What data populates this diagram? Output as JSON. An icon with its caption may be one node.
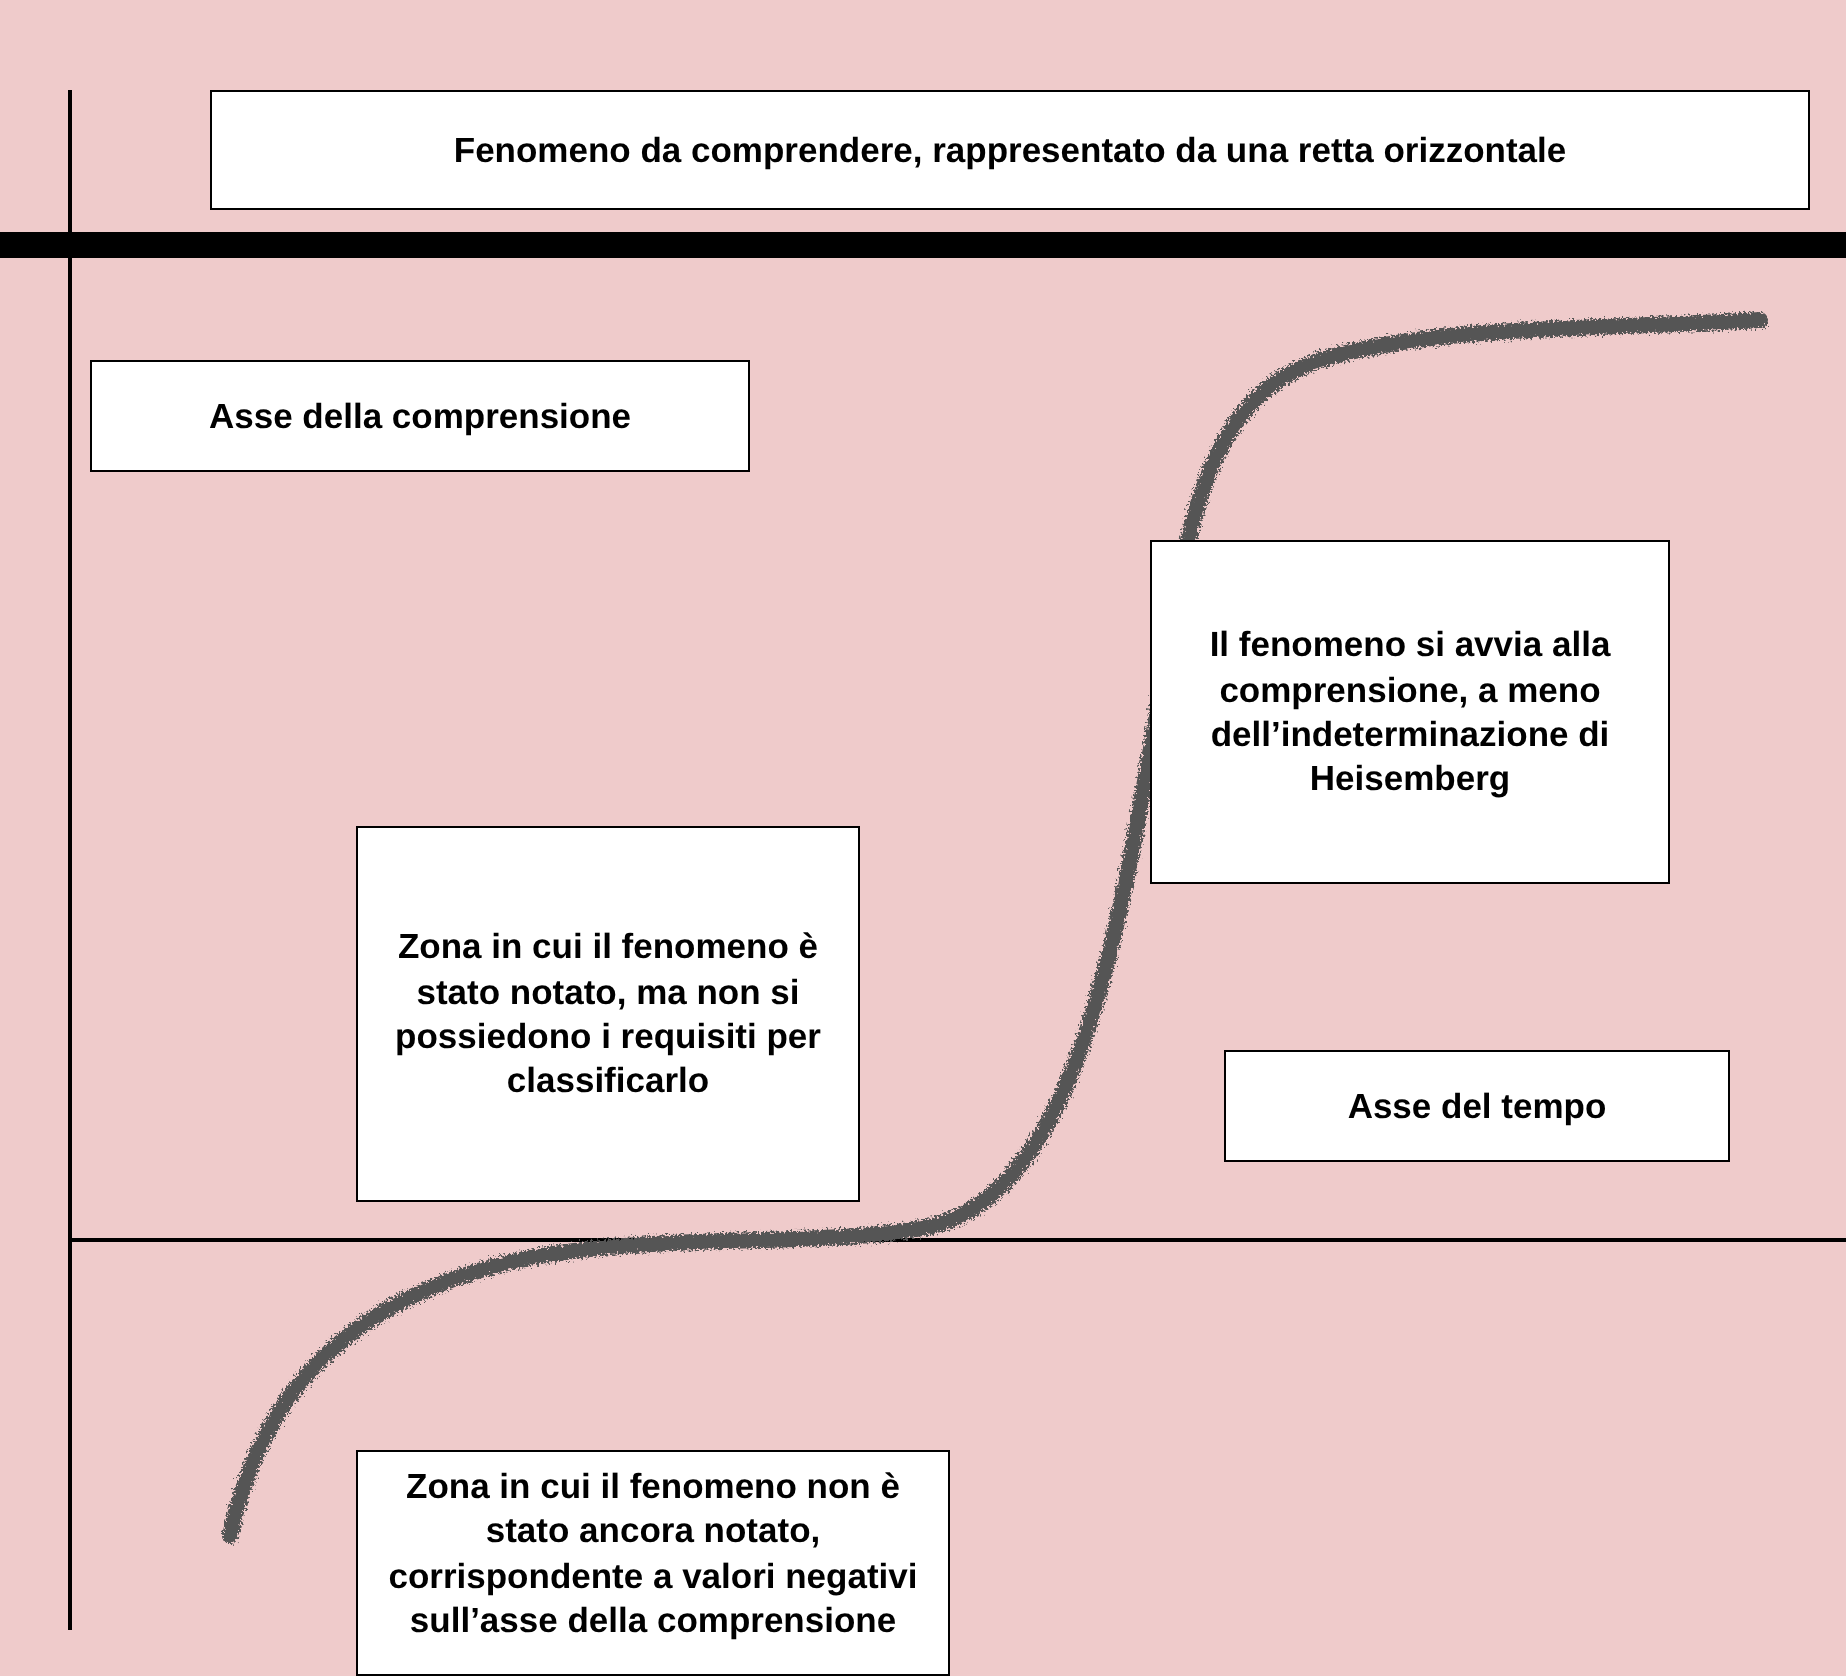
{
  "diagram": {
    "nodes": [
      {
        "text": [
          "Fenomeno da comprendere, rappresentato da una retta orizzontale"
        ]
      },
      {
        "text": [
          "Asse della comprensione"
        ]
      },
      {
        "text": [
          "Zona in cui il fenomeno è stato notato, ma non si possiedono i requisiti per classificarlo"
        ]
      },
      {
        "text": [
          "Il fenomeno si avvia alla comprensione, a meno dell’indeterminazione di Heisemberg"
        ]
      },
      {
        "text": [
          "Asse del tempo"
        ]
      },
      {
        "text": [
          "Zona in cui il fenomeno non è stato ancora notato, corrispondente a valori negativi sull’asse della comprensione"
        ]
      }
    ],
    "edges": []
  }
}
